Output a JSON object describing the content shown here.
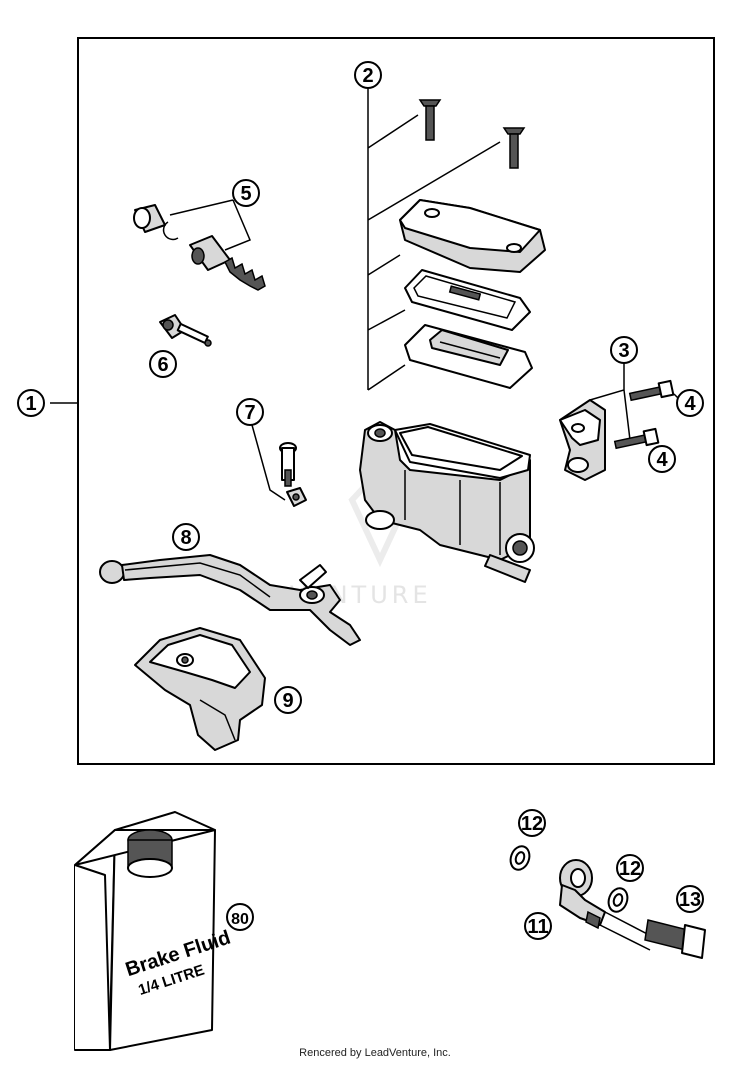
{
  "callouts": {
    "c1": "1",
    "c2": "2",
    "c3": "3",
    "c4a": "4",
    "c4b": "4",
    "c5": "5",
    "c6": "6",
    "c7": "7",
    "c8": "8",
    "c9": "9",
    "c11": "11",
    "c12a": "12",
    "c12b": "12",
    "c13": "13",
    "c80": "80"
  },
  "bottle": {
    "line1": "Brake Fluid",
    "line2": "1/4 LITRE"
  },
  "watermark": "VENTURE",
  "footer": "Rencered by LeadVenture, Inc."
}
